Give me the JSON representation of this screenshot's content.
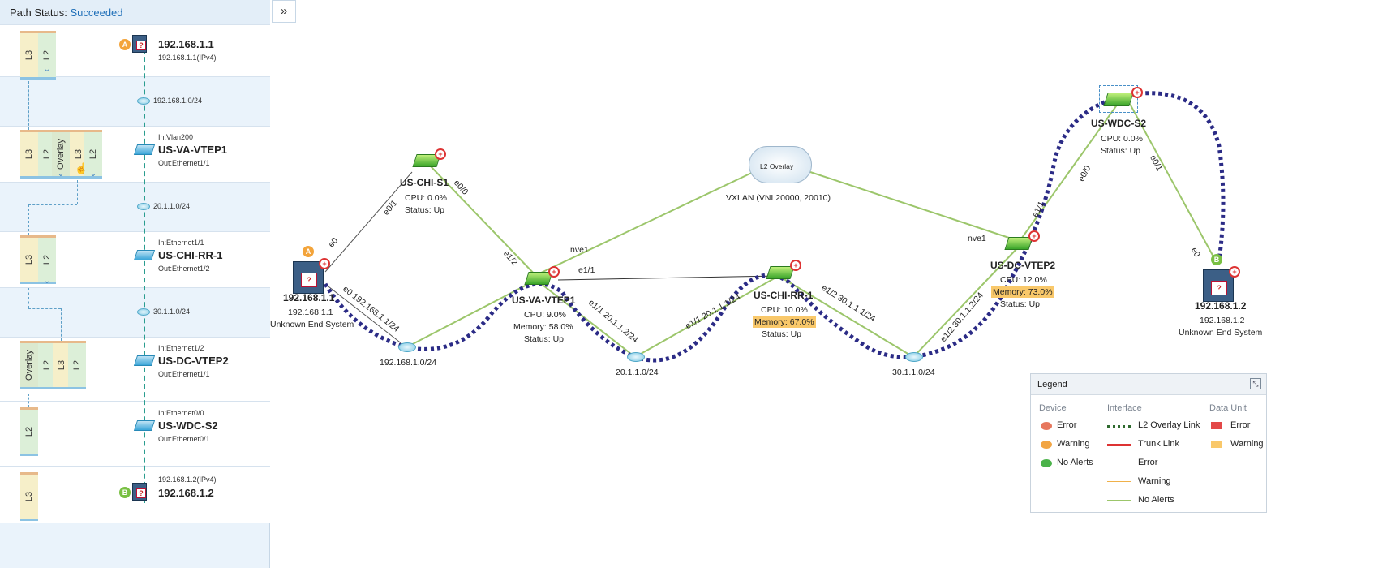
{
  "path_status": {
    "label": "Path Status:",
    "value": "Succeeded"
  },
  "collapse_label": "»",
  "hops": [
    {
      "name": "192.168.1.1",
      "sub1": "192.168.1.1(IPv4)",
      "sub2": ""
    },
    {
      "name": "US-VA-VTEP1",
      "sub1": "In:Vlan200",
      "sub2": "Out:Ethernet1/1"
    },
    {
      "name": "US-CHI-RR-1",
      "sub1": "In:Ethernet1/1",
      "sub2": "Out:Ethernet1/2"
    },
    {
      "name": "US-DC-VTEP2",
      "sub1": "In:Ethernet1/2",
      "sub2": "Out:Ethernet1/1"
    },
    {
      "name": "US-WDC-S2",
      "sub1": "In:Ethernet0/0",
      "sub2": "Out:Ethernet0/1"
    },
    {
      "name": "192.168.1.2",
      "sub1": "192.168.1.2(IPv4)",
      "sub2": ""
    }
  ],
  "subnets": [
    "192.168.1.0/24",
    "20.1.1.0/24",
    "30.1.1.0/24"
  ],
  "layers": {
    "l3": "L3",
    "l2": "L2",
    "overlay": "Overlay"
  },
  "badges": {
    "a": "A",
    "b": "B"
  },
  "topology": {
    "cloud": "L2 Overlay",
    "vxlan": "VXLAN (VNI 20000, 20010)",
    "nodes": {
      "chi_s1": {
        "name": "US-CHI-S1",
        "cpu": "CPU: 0.0%",
        "status": "Status: Up"
      },
      "va_vtep1": {
        "name": "US-VA-VTEP1",
        "cpu": "CPU: 9.0%",
        "memory": "Memory: 58.0%",
        "status": "Status: Up"
      },
      "chi_rr1": {
        "name": "US-CHI-RR-1",
        "cpu": "CPU: 10.0%",
        "memory": "Memory: 67.0%",
        "status": "Status: Up"
      },
      "dc_vtep2": {
        "name": "US-DC-VTEP2",
        "cpu": "CPU: 12.0%",
        "memory": "Memory: 73.0%",
        "status": "Status: Up"
      },
      "wdc_s2": {
        "name": "US-WDC-S2",
        "cpu": "CPU: 0.0%",
        "status": "Status: Up"
      },
      "host1": {
        "name": "192.168.1.1",
        "ip": "192.168.1.1",
        "type": "Unknown End System"
      },
      "host2": {
        "name": "192.168.1.2",
        "ip": "192.168.1.2",
        "type": "Unknown End System"
      }
    },
    "subnets": [
      "192.168.1.0/24",
      "20.1.1.0/24",
      "30.1.1.0/24"
    ],
    "interfaces": {
      "e0_host1": "e0",
      "e01_chi": "e0/1",
      "e00_chi": "e0/0",
      "e12_va": "e1/2",
      "nve1_va": "nve1",
      "e11_va": "e1/1",
      "nve1_dc": "nve1",
      "e0_ip_host1": "e0 192.168.1.1/24",
      "va_e12_ip": "e1/1 20.1.1.2/24",
      "rr_e11_ip": "e1/1 20.1.1.1/24",
      "rr_e12_ip": "e1/2 30.1.1.1/24",
      "dc_e12_ip": "e1/2 30.1.1.2/24",
      "dc_e11": "e1/1",
      "wdc_e00": "e0/0",
      "wdc_e01": "e0/1",
      "host2_e0": "e0"
    }
  },
  "legend": {
    "title": "Legend",
    "device_h": "Device",
    "interface_h": "Interface",
    "data_h": "Data Unit",
    "device": [
      "Error",
      "Warning",
      "No Alerts"
    ],
    "interface": [
      "L2 Overlay Link",
      "Trunk Link",
      "Error",
      "Warning",
      "No Alerts"
    ],
    "data": [
      "Error",
      "Warning"
    ]
  },
  "colors": {
    "accent": "#1f6fb8",
    "link": "#9cc66b",
    "overlay": "#2b2b86",
    "warning": "#f9c86a",
    "error": "#e34848"
  }
}
